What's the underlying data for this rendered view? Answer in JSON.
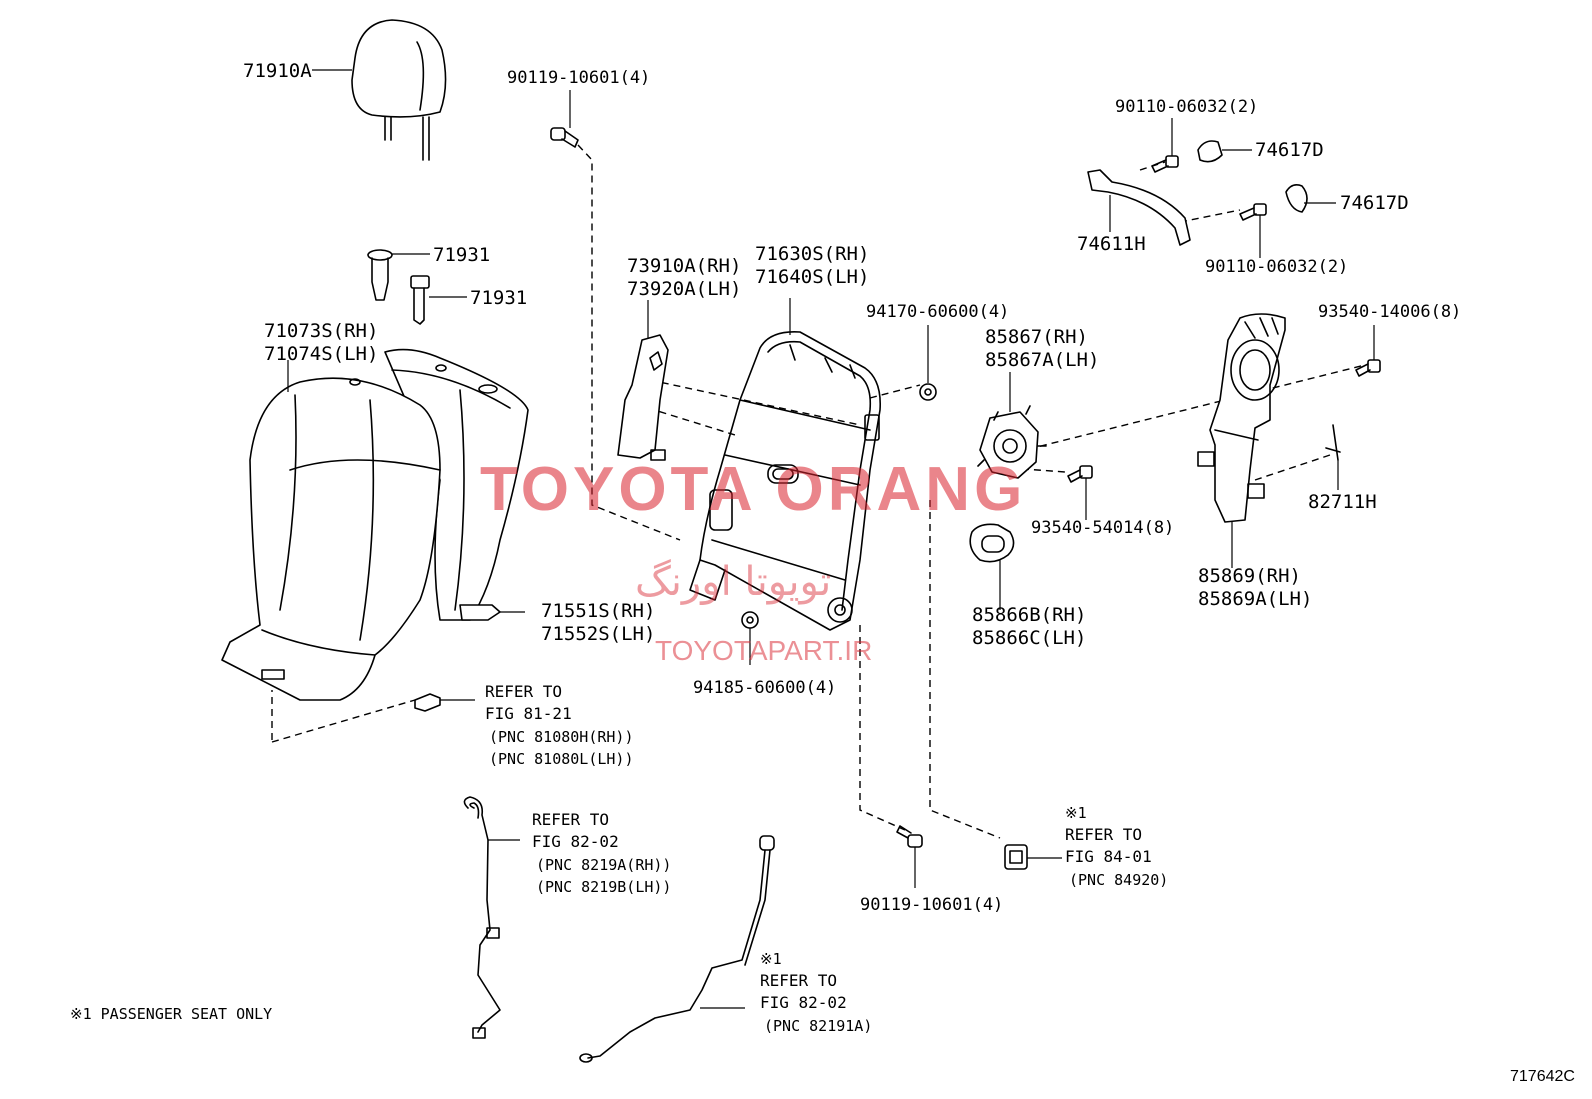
{
  "labels": {
    "headrest": "71910A",
    "bolt_top": "90119-10601(4)",
    "screw_a": "90110-06032(2)",
    "cover_a": "74617D",
    "cover_b": "74617D",
    "handle": "74611H",
    "screw_b": "90110-06032(2)",
    "guide_a": "71931",
    "guide_b": "71931",
    "trim_rh": "73910A(RH)",
    "trim_lh": "73920A(LH)",
    "frame_rh": "71630S(RH)",
    "frame_lh": "71640S(LH)",
    "nut_top": "94170-60600(4)",
    "screw_right": "93540-14006(8)",
    "cover_rh": "71073S(RH)",
    "cover_lh": "71074S(LH)",
    "blower_rh": "85867(RH)",
    "blower_lh": "85867A(LH)",
    "screw_mid": "93540-54014(8)",
    "clip": "82711H",
    "duct_rh": "85869(RH)",
    "duct_lh": "85869A(LH)",
    "pad_rh": "71551S(RH)",
    "pad_lh": "71552S(LH)",
    "grille_rh": "85866B(RH)",
    "grille_lh": "85866C(LH)",
    "nut_bottom": "94185-60600(4)",
    "bolt_bottom": "90119-10601(4)"
  },
  "refs": {
    "fig8121": {
      "line1": "REFER TO",
      "line2": "FIG 81-21",
      "line3": "(PNC 81080H(RH))",
      "line4": "(PNC 81080L(LH))"
    },
    "fig8202a": {
      "line1": "REFER TO",
      "line2": "FIG 82-02",
      "line3": "(PNC 8219A(RH))",
      "line4": "(PNC 8219B(LH))"
    },
    "fig8401": {
      "mark": "※1",
      "line1": "REFER TO",
      "line2": "FIG 84-01",
      "line3": "(PNC 84920)"
    },
    "fig8202b": {
      "mark": "※1",
      "line1": "REFER TO",
      "line2": "FIG 82-02",
      "line3": "(PNC 82191A)"
    }
  },
  "footnote": "※1  PASSENGER SEAT ONLY",
  "diagram_code": "717642C",
  "watermark": {
    "brand": "TOYOTA ORANG",
    "persian": "تویوتا اورنگ",
    "site": "TOYOTAPART.IR",
    "color": "#d9232e"
  }
}
